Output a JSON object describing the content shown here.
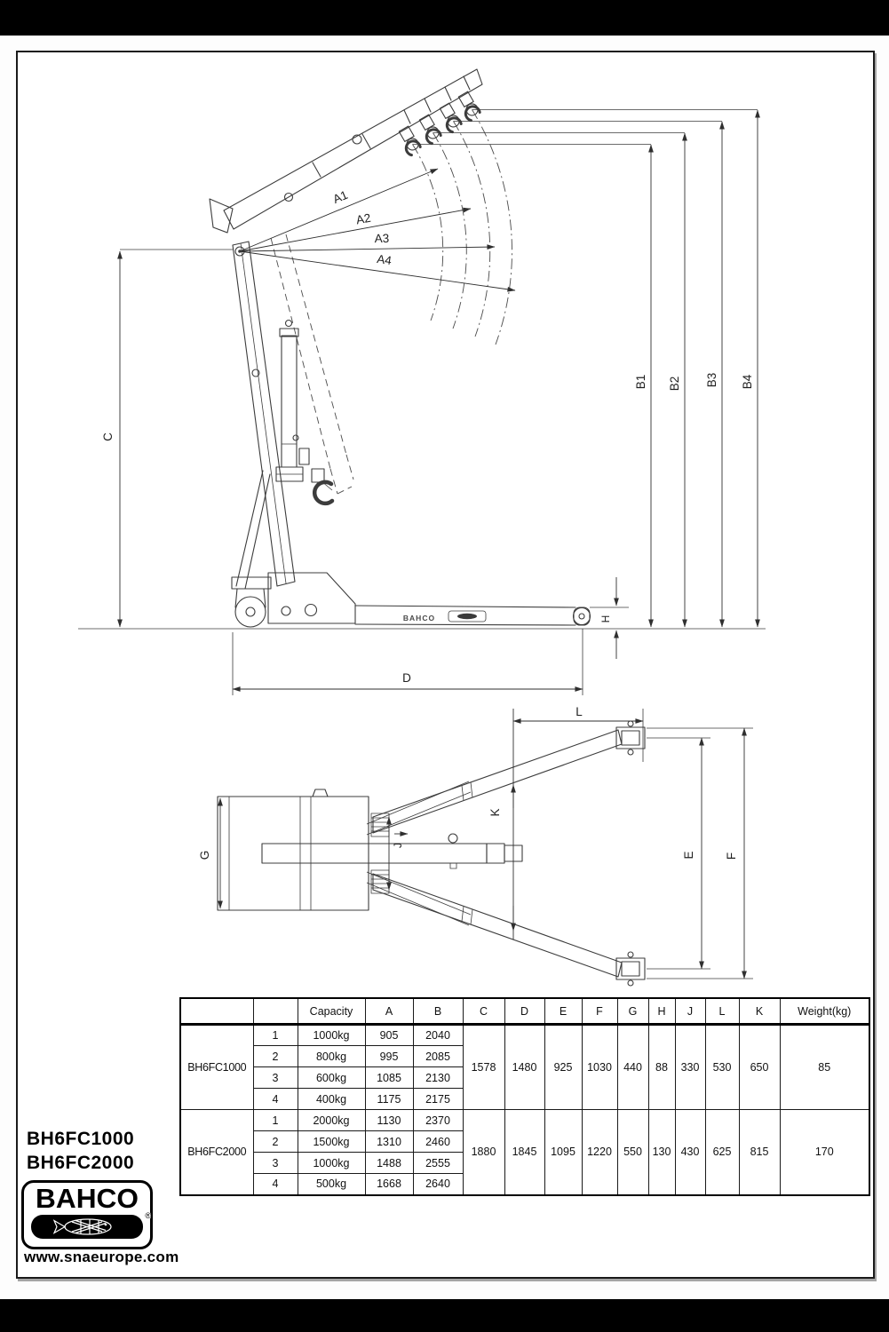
{
  "colors": {
    "ink": "#3c3c3c",
    "paper": "#ffffff",
    "letterbox": "#000000"
  },
  "side_view": {
    "labels": {
      "a1": "A1",
      "a2": "A2",
      "a3": "A3",
      "a4": "A4",
      "b1": "B1",
      "b2": "B2",
      "b3": "B3",
      "b4": "B4",
      "c": "C",
      "d": "D",
      "h": "H"
    },
    "sticker_text": "BAHCO"
  },
  "top_view": {
    "labels": {
      "l": "L",
      "k": "K",
      "j": "J",
      "g": "G",
      "e": "E",
      "f": "F"
    }
  },
  "table": {
    "headers": [
      "",
      "",
      "Capacity",
      "A",
      "B",
      "C",
      "D",
      "E",
      "F",
      "G",
      "H",
      "J",
      "L",
      "K",
      "Weight(kg)"
    ],
    "groups": [
      {
        "model": "BH6FC1000",
        "rows": [
          {
            "no": "1",
            "capacity": "1000kg",
            "a": "905",
            "b": "2040"
          },
          {
            "no": "2",
            "capacity": "800kg",
            "a": "995",
            "b": "2085"
          },
          {
            "no": "3",
            "capacity": "600kg",
            "a": "1085",
            "b": "2130"
          },
          {
            "no": "4",
            "capacity": "400kg",
            "a": "1175",
            "b": "2175"
          }
        ],
        "shared": {
          "c": "1578",
          "d": "1480",
          "e": "925",
          "f": "1030",
          "g": "440",
          "h": "88",
          "j": "330",
          "l": "530",
          "k": "650",
          "weight": "85"
        }
      },
      {
        "model": "BH6FC2000",
        "rows": [
          {
            "no": "1",
            "capacity": "2000kg",
            "a": "1130",
            "b": "2370"
          },
          {
            "no": "2",
            "capacity": "1500kg",
            "a": "1310",
            "b": "2460"
          },
          {
            "no": "3",
            "capacity": "1000kg",
            "a": "1488",
            "b": "2555"
          },
          {
            "no": "4",
            "capacity": "500kg",
            "a": "1668",
            "b": "2640"
          }
        ],
        "shared": {
          "c": "1880",
          "d": "1845",
          "e": "1095",
          "f": "1220",
          "g": "550",
          "h": "130",
          "j": "430",
          "l": "625",
          "k": "815",
          "weight": "170"
        }
      }
    ]
  },
  "footer": {
    "models": [
      "BH6FC1000",
      "BH6FC2000"
    ],
    "brand": "BAHCO",
    "registered": "®",
    "website": "www.snaeurope.com"
  }
}
